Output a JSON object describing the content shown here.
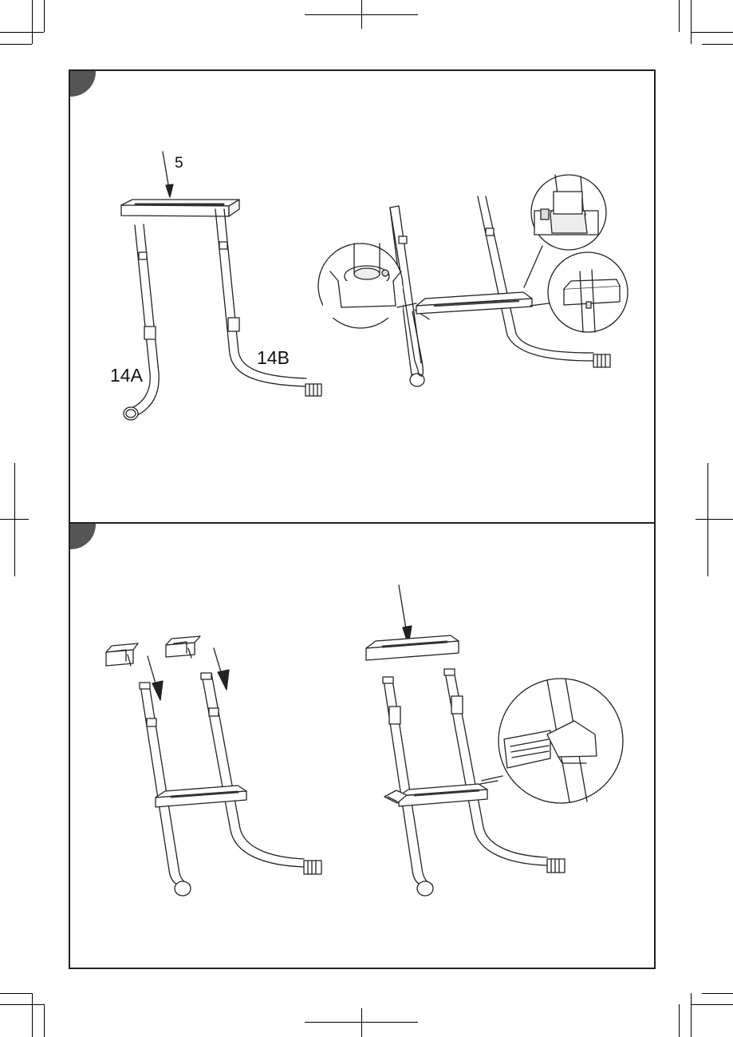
{
  "page": {
    "background": "#ffffff",
    "line_color": "#222222",
    "badge_color": "#555555"
  },
  "step1": {
    "part_labels": {
      "step_board": "5",
      "left_leg": "14A",
      "right_leg": "14B"
    },
    "badge_icon": "step-number-badge"
  },
  "step2": {
    "badge_icon": "step-number-badge"
  }
}
